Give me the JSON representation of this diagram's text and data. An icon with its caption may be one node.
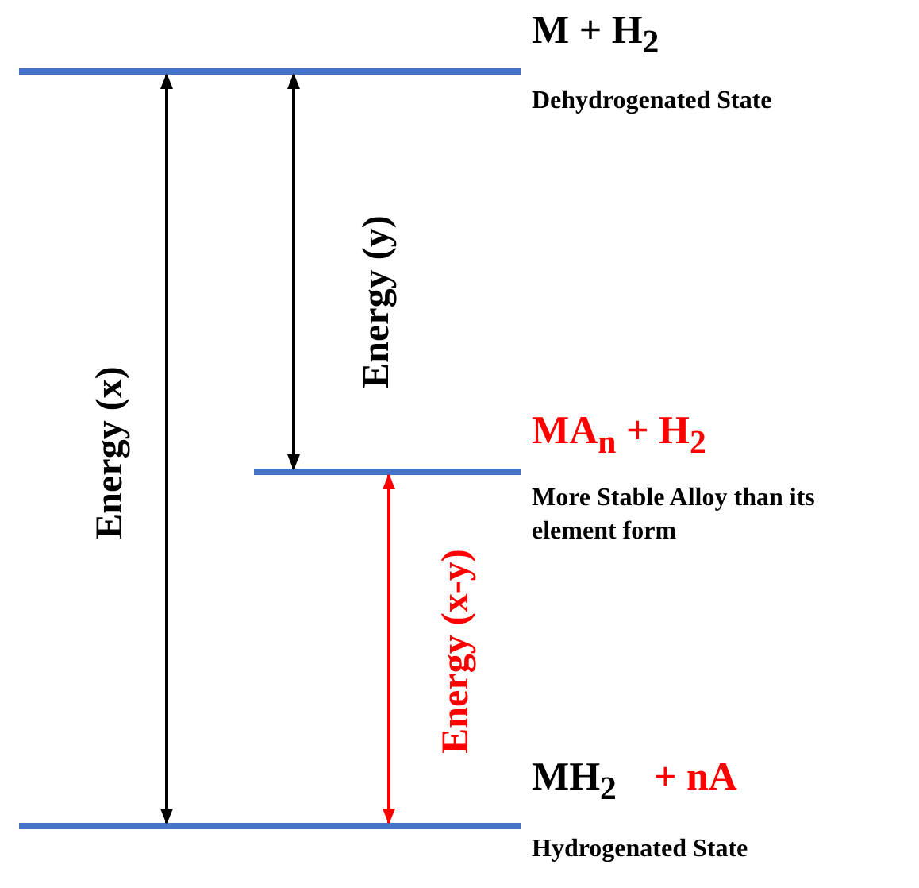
{
  "diagram": {
    "nodes": [
      {
        "text": [
          "M + H$_{2}$",
          "Dehydrogenated State"
        ]
      },
      {
        "text": [
          "MA$_{n}$ + H$_{2}$",
          "More Stable Alloy than its element form"
        ]
      },
      {
        "text": [
          "MH$_{2}$",
          "+ nA",
          "Hydrogenated State"
        ]
      }
    ],
    "edges": [
      {
        "from": 2,
        "to": 0,
        "arrow": "both",
        "label": "Energy (x)"
      },
      {
        "from": 0,
        "to": 1,
        "arrow": "both",
        "label": "Energy (y)"
      },
      {
        "from": 1,
        "to": 2,
        "arrow": "both",
        "label": "Energy (x-y)",
        "color": "#ff0000"
      }
    ]
  }
}
